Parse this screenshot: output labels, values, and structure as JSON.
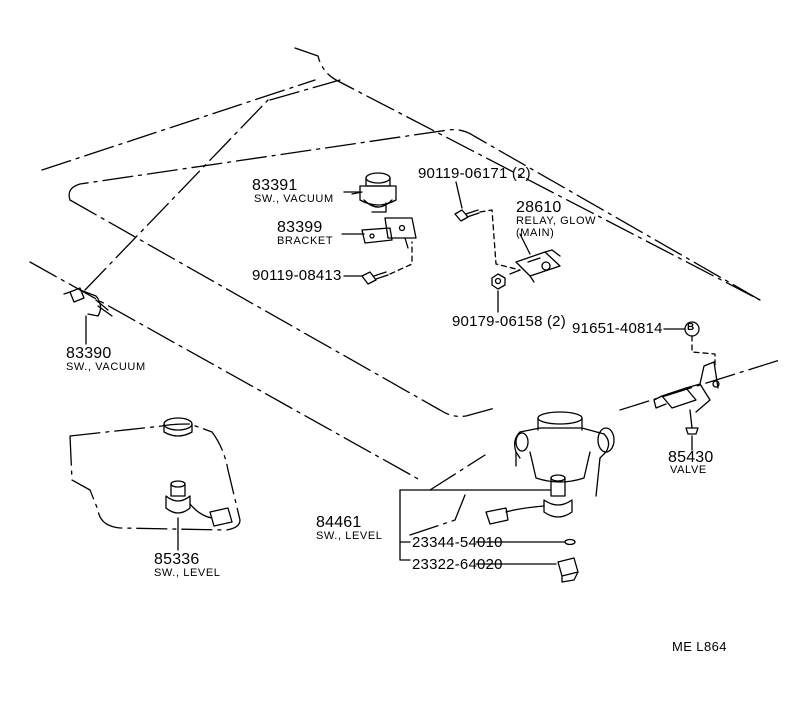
{
  "colors": {
    "ink": "#000000",
    "paper": "#ffffff"
  },
  "parts": {
    "p83391": {
      "number": "83391",
      "name": "SW., VACUUM"
    },
    "p83399": {
      "number": "83399",
      "name": "BRACKET"
    },
    "p90119_08413": {
      "number": "90119-08413"
    },
    "p90119_06171": {
      "number": "90119-06171 (2)"
    },
    "p28610": {
      "number": "28610",
      "name_line1": "RELAY, GLOW",
      "name_line2": "(MAIN)"
    },
    "p90179_06158": {
      "number": "90179-06158 (2)"
    },
    "p91651_40814": {
      "number": "91651-40814",
      "badge": "B"
    },
    "p83390": {
      "number": "83390",
      "name": "SW., VACUUM"
    },
    "p85430": {
      "number": "85430",
      "name": "VALVE"
    },
    "p84461": {
      "number": "84461",
      "name": "SW., LEVEL"
    },
    "p23344_54010": {
      "number": "23344-54010"
    },
    "p23322_64020": {
      "number": "23322-64020"
    },
    "p85336": {
      "number": "85336",
      "name": "SW., LEVEL"
    }
  },
  "drawing_ref": "ME  L864"
}
